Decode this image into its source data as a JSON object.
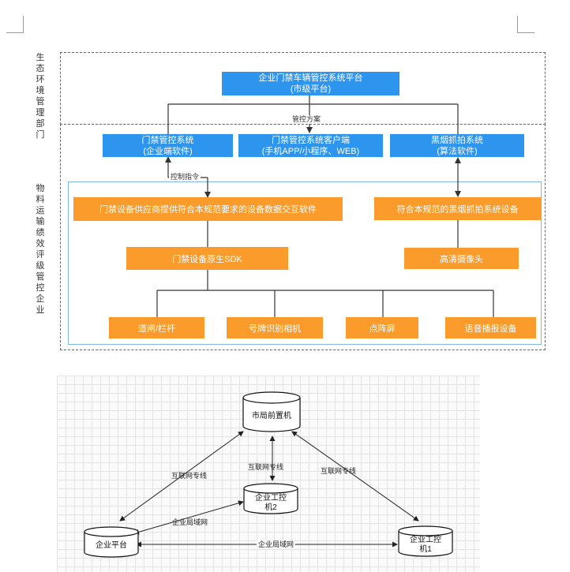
{
  "side_labels": {
    "dept": "生态环境管理部门",
    "enterprise": "物料运输绩效评级管控企业"
  },
  "top": {
    "platform_line1": "企业门禁车辆管控系统平台",
    "platform_line2": "(市级平台)",
    "control_plan": "管控方案"
  },
  "systems": {
    "access_line1": "门禁管控系统",
    "access_line2": "(企业端软件)",
    "client_line1": "门禁管控系统客户端",
    "client_line2": "(手机APP/小程序、WEB)",
    "smoke_line1": "黑烟抓拍系统",
    "smoke_line2": "(算法软件)"
  },
  "control_cmd": "控制指令",
  "supplier_software": "门禁设备供应商提供符合本规范要求的设备数据交互软件",
  "smoke_device": "符合本规范的黑烟抓拍系统设备",
  "sdk": "门禁设备原生SDK",
  "hd_camera": "高清摄像头",
  "devices": [
    "道闸/栏杆",
    "号牌识别相机",
    "点阵屏",
    "语音播报设备"
  ],
  "network": {
    "front_machine": "市局前置机",
    "ipc2_line1": "企业工控",
    "ipc2_line2": "机2",
    "platform": "企业平台",
    "ipc1_line1": "企业工控",
    "ipc1_line2": "机1",
    "dedicated_left": "互联网专线",
    "dedicated_mid": "互联网专线",
    "dedicated_right": "互联网专线",
    "lan_upper": "企业局域网",
    "lan_bottom": "企业局域网"
  }
}
